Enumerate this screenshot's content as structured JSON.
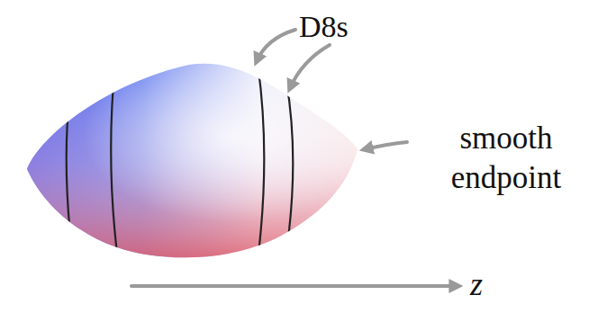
{
  "diagram": {
    "labels": [
      "D8s",
      "smooth endpoint",
      "z"
    ]
  }
}
